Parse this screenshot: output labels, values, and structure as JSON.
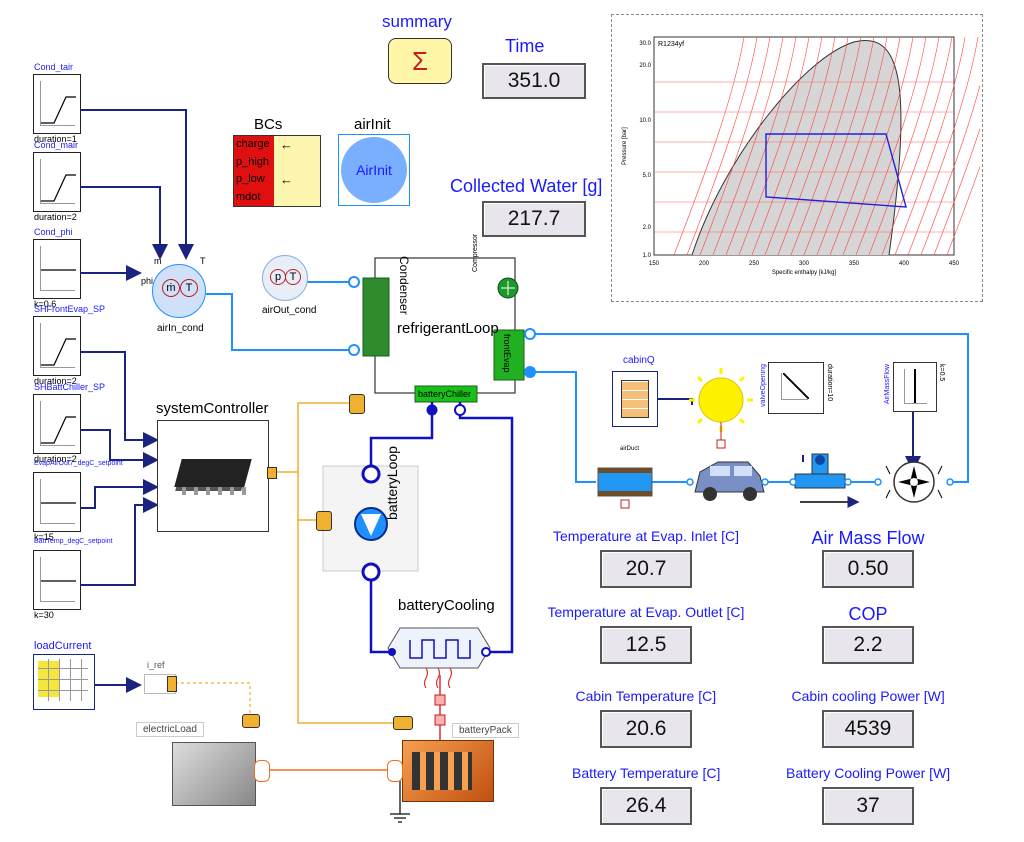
{
  "sources": [
    {
      "name": "Cond_tair",
      "param": "duration=1",
      "kind": "ramp"
    },
    {
      "name": "Cond_mair",
      "param": "duration=2",
      "kind": "ramp"
    },
    {
      "name": "Cond_phi",
      "param": "k=0.6",
      "kind": "const"
    },
    {
      "name": "SHFrontEvap_SP",
      "param": "duration=2",
      "kind": "ramp"
    },
    {
      "name": "SHBattChiller_SP",
      "param": "duration=2",
      "kind": "ramp"
    },
    {
      "name": "EvapAirOut7_degC_setpoint",
      "param": "k=15",
      "kind": "const"
    },
    {
      "name": "BattTemp_degC_setpoint",
      "param": "k=30",
      "kind": "const"
    }
  ],
  "summary": {
    "label": "summary",
    "symbol": "Σ"
  },
  "time": {
    "label": "Time",
    "value": "351.0"
  },
  "water": {
    "label": "Collected Water [g]",
    "value": "217.7"
  },
  "bcs": {
    "label": "BCs",
    "items": [
      "charge",
      "p_high",
      "p_low",
      "mdot"
    ]
  },
  "airinit": {
    "label": "airInit",
    "text": "AirInit"
  },
  "airin": {
    "label": "airIn_cond",
    "port_m": "m",
    "port_T": "T",
    "port_phi": "phi",
    "sym_m": "ṁ",
    "sym_T": "T"
  },
  "airout": {
    "label": "airOut_cond",
    "sym_p": "p",
    "sym_T": "T"
  },
  "refloop": {
    "label": "refrigerantLoop",
    "condenser": "Condenser",
    "compressor": "Compressor",
    "frontevap": "frontEvap",
    "chiller": "batteryChiller"
  },
  "ph_chart": {
    "fluid": "R1234yf",
    "xlabel": "Specific enthalpy [kJ/kg]",
    "ylabel": "Pressure [bar]",
    "xticks": [
      "150",
      "200",
      "250",
      "300",
      "350",
      "400",
      "450"
    ],
    "yticks": [
      "30.0",
      "20.0",
      "10.0",
      "5.0",
      "2.0",
      "1.0"
    ]
  },
  "controller": {
    "label": "systemController"
  },
  "batteryloop": {
    "label": "batteryLoop"
  },
  "batterycooling": {
    "label": "batteryCooling"
  },
  "loadcurrent": {
    "label": "loadCurrent",
    "iref": "i_ref"
  },
  "electricload": {
    "label": "electricLoad"
  },
  "batterypack": {
    "label": "batteryPack"
  },
  "cabin": {
    "cabinq": "cabinQ",
    "airduct": "airDuct",
    "valve_label": "valveOpening",
    "valve_param": "duration=10",
    "airmass_label": "AirMassFlow",
    "airmass_param": "k=0.5"
  },
  "metrics": [
    {
      "label": "Temperature at Evap. Inlet [C]",
      "value": "20.7"
    },
    {
      "label": "Air Mass Flow",
      "value": "0.50"
    },
    {
      "label": "Temperature at Evap. Outlet [C]",
      "value": "12.5"
    },
    {
      "label": "COP",
      "value": "2.2"
    },
    {
      "label": "Cabin Temperature [C]",
      "value": "20.6"
    },
    {
      "label": "Cabin cooling Power [W]",
      "value": "4539"
    },
    {
      "label": "Battery Temperature [C]",
      "value": "26.4"
    },
    {
      "label": "Battery Cooling Power [W]",
      "value": "37"
    }
  ],
  "colors": {
    "wire_blue": "#1e90ff",
    "wire_orange": "#f0b030",
    "signal": "#1a237e",
    "green": "#2e8b2e",
    "label_blue": "#1a1aff"
  }
}
